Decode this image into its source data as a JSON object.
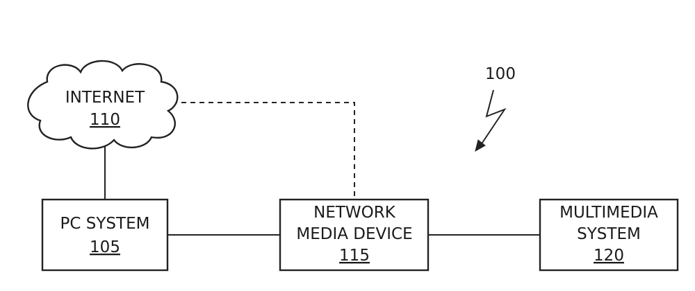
{
  "diagram": {
    "figure_ref": "100",
    "nodes": {
      "internet": {
        "label_lines": [
          "INTERNET"
        ],
        "ref": "110"
      },
      "pc_system": {
        "label_lines": [
          "PC SYSTEM"
        ],
        "ref": "105"
      },
      "network_media_device": {
        "label_lines": [
          "NETWORK",
          "MEDIA DEVICE"
        ],
        "ref": "115"
      },
      "multimedia_system": {
        "label_lines": [
          "MULTIMEDIA",
          "SYSTEM"
        ],
        "ref": "120"
      }
    },
    "connections": [
      {
        "from": "internet",
        "to": "pc_system",
        "style": "solid"
      },
      {
        "from": "internet",
        "to": "network_media_device",
        "style": "dashed"
      },
      {
        "from": "pc_system",
        "to": "network_media_device",
        "style": "solid"
      },
      {
        "from": "network_media_device",
        "to": "multimedia_system",
        "style": "solid"
      }
    ]
  }
}
